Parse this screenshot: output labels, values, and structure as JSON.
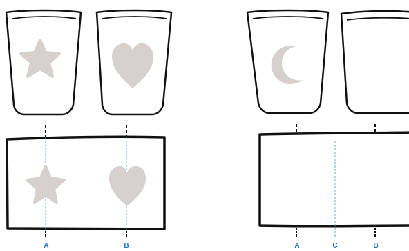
{
  "colors": {
    "outline": "#111111",
    "shape_fill": "#d6d1cf",
    "guide_line": "#4fb7d8",
    "label_text": "#1f73c9"
  },
  "left_panel": {
    "cups": [
      {
        "icon": "star-icon"
      },
      {
        "icon": "heart-icon"
      }
    ],
    "markers": {
      "a": "A",
      "b": "B"
    }
  },
  "right_panel": {
    "cups": [
      {
        "icon": "crescent-moon-icon"
      },
      {
        "icon": "none"
      }
    ],
    "markers": {
      "a": "A",
      "c": "C",
      "b": "B"
    }
  }
}
